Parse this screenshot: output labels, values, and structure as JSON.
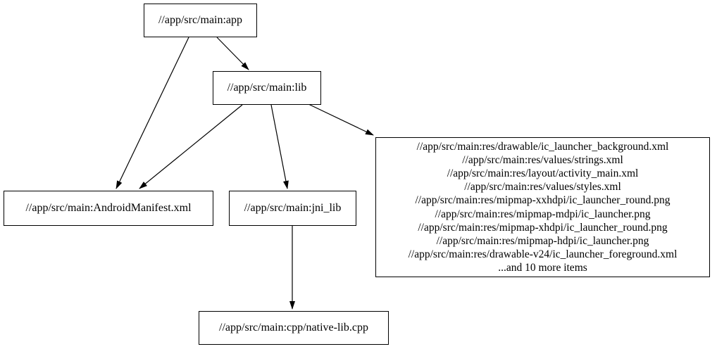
{
  "diagram": {
    "type": "dependency-graph",
    "background_color": "#ffffff",
    "node_border_color": "#000000",
    "edge_color": "#000000",
    "text_color": "#000000",
    "nodes": {
      "app": {
        "label": "//app/src/main:app"
      },
      "lib": {
        "label": "//app/src/main:lib"
      },
      "android_manifest": {
        "label": "//app/src/main:AndroidManifest.xml"
      },
      "jni_lib": {
        "label": "//app/src/main:jni_lib"
      },
      "resources": {
        "lines": [
          "//app/src/main:res/drawable/ic_launcher_background.xml",
          "//app/src/main:res/values/strings.xml",
          "//app/src/main:res/layout/activity_main.xml",
          "//app/src/main:res/values/styles.xml",
          "//app/src/main:res/mipmap-xxhdpi/ic_launcher_round.png",
          "//app/src/main:res/mipmap-mdpi/ic_launcher.png",
          "//app/src/main:res/mipmap-xhdpi/ic_launcher_round.png",
          "//app/src/main:res/mipmap-hdpi/ic_launcher.png",
          "//app/src/main:res/drawable-v24/ic_launcher_foreground.xml",
          "...and 10 more items"
        ]
      },
      "native_lib_cpp": {
        "label": "//app/src/main:cpp/native-lib.cpp"
      }
    },
    "edges": [
      {
        "from": "app",
        "to": "lib"
      },
      {
        "from": "app",
        "to": "android_manifest"
      },
      {
        "from": "lib",
        "to": "android_manifest"
      },
      {
        "from": "lib",
        "to": "jni_lib"
      },
      {
        "from": "lib",
        "to": "resources"
      },
      {
        "from": "jni_lib",
        "to": "native_lib_cpp"
      }
    ]
  }
}
